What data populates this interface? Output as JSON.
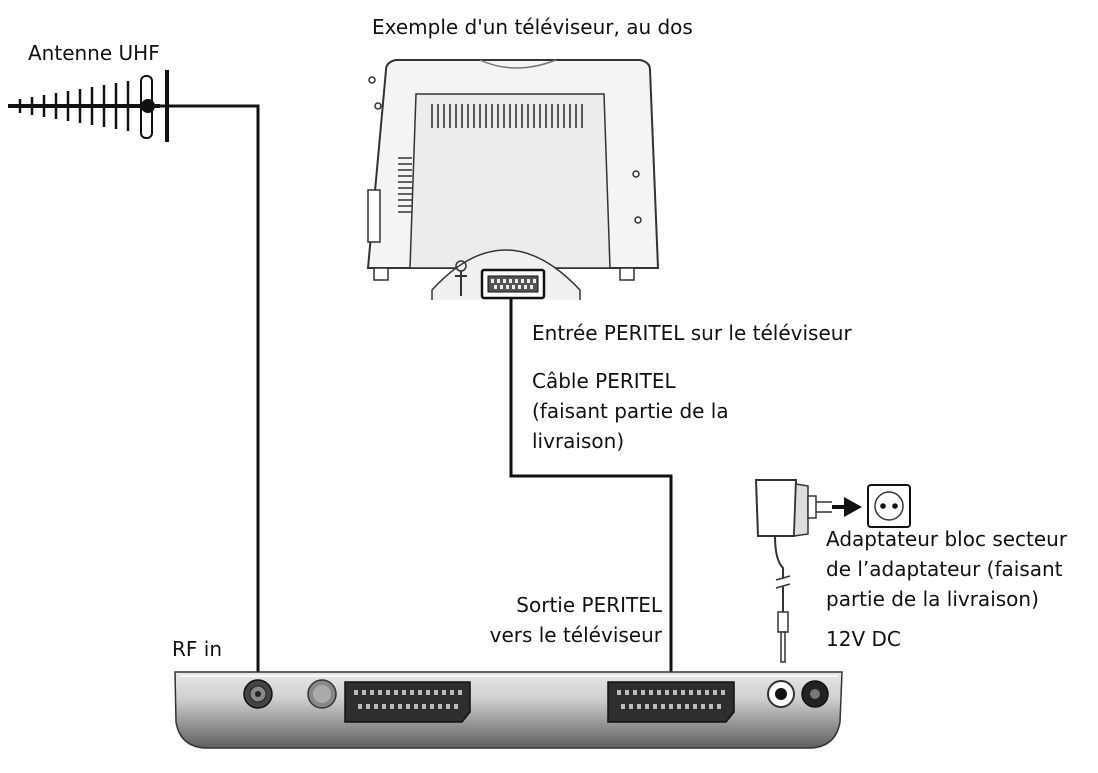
{
  "labels": {
    "tv_caption": "Exemple d'un téléviseur, au dos",
    "antenna": "Antenne UHF",
    "tv_scart_input": "Entrée PERITEL sur le téléviseur",
    "scart_cable": [
      "Câble PERITEL",
      "(faisant partie de la",
      "livraison)"
    ],
    "power_adapter": [
      "Adaptateur bloc secteur",
      "de l’adaptateur (faisant",
      "partie de la livraison)"
    ],
    "dc_voltage": "12V DC",
    "scart_output": [
      "Sortie PERITEL",
      "vers le téléviseur"
    ],
    "rf_in": "RF in"
  },
  "colors": {
    "line": "#111111",
    "device_light": "#d9d9d9",
    "device_dark": "#5a5a5a",
    "tv_fill": "#f4f4f4"
  }
}
